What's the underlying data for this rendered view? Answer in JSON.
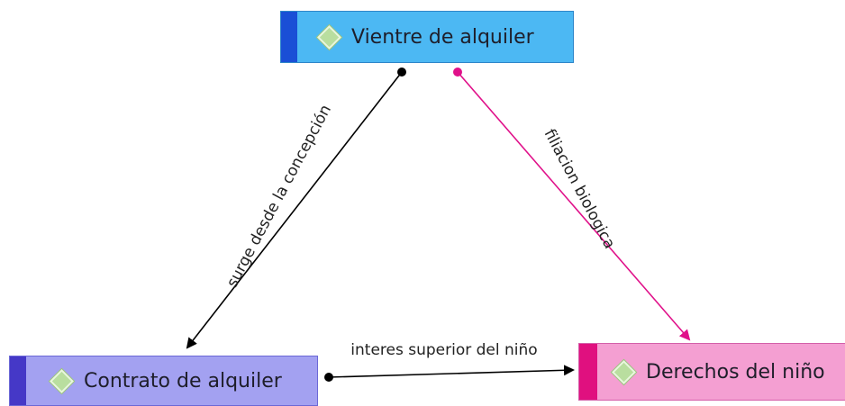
{
  "nodes": {
    "vientre": {
      "label": "Vientre de alquiler",
      "color": "#4cb8f3",
      "accent": "#1a4fd6",
      "icon": "diamond-icon"
    },
    "contrato": {
      "label": "Contrato de alquiler",
      "color": "#a3a1f1",
      "accent": "#4538c7",
      "icon": "diamond-icon"
    },
    "derechos": {
      "label": "Derechos del niño",
      "color": "#f49fd2",
      "accent": "#e0107f",
      "icon": "diamond-icon"
    }
  },
  "edges": {
    "surge": {
      "label": "surge desde la concepción",
      "from": "Vientre de alquiler",
      "to": "Contrato de alquiler",
      "color": "#000000"
    },
    "filiacion": {
      "label": "filiacion biologica",
      "from": "Vientre de alquiler",
      "to": "Derechos del niño",
      "color": "#e0118a"
    },
    "interes": {
      "label": "interes superior del niño",
      "from": "Contrato de alquiler",
      "to": "Derechos del niño",
      "color": "#000000"
    }
  }
}
